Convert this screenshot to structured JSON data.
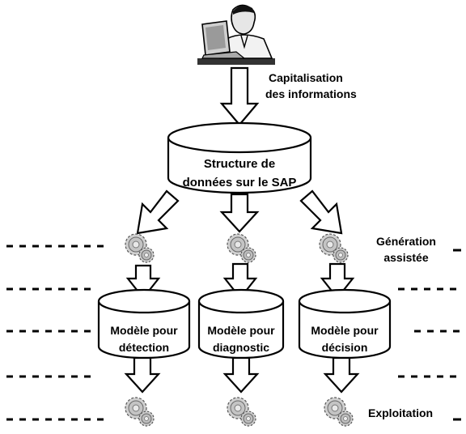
{
  "labels": {
    "capitalisation_line1": "Capitalisation",
    "capitalisation_line2": "des informations",
    "generation_line1": "Génération",
    "generation_line2": "assistée",
    "exploitation": "Exploitation"
  },
  "main_store": {
    "line1": "Structure de",
    "line2": "données sur le SAP"
  },
  "models": [
    {
      "line1": "Modèle pour",
      "line2": "détection"
    },
    {
      "line1": "Modèle pour",
      "line2": "diagnostic"
    },
    {
      "line1": "Modèle pour",
      "line2": "décision"
    }
  ],
  "icons": {
    "user": "person-at-laptop-icon",
    "process": "gear-cluster-icon"
  },
  "colors": {
    "ink": "#000000",
    "fill": "#ffffff",
    "gear": "#b8b8b8"
  }
}
